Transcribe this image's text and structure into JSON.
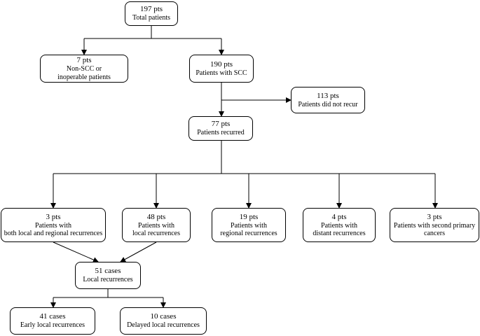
{
  "diagram": {
    "nodes": {
      "total": {
        "count": "197 pts",
        "lines": [
          "Total patients"
        ]
      },
      "excluded": {
        "count": "7 pts",
        "lines": [
          "Non-SCC or",
          "inoperable patients"
        ]
      },
      "scc": {
        "count": "190 pts",
        "lines": [
          "Patients with SCC"
        ]
      },
      "no_recur": {
        "count": "113 pts",
        "lines": [
          "Patients did not recur"
        ]
      },
      "recurred": {
        "count": "77 pts",
        "lines": [
          "Patients recurred"
        ]
      },
      "both": {
        "count": "3 pts",
        "lines": [
          "Patients with",
          "both local and regional recurrences"
        ]
      },
      "local": {
        "count": "48 pts",
        "lines": [
          "Patients with",
          "local recurrences"
        ]
      },
      "regional": {
        "count": "19 pts",
        "lines": [
          "Patients with",
          "regional recurrences"
        ]
      },
      "distant": {
        "count": "4 pts",
        "lines": [
          "Patients with",
          "distant recurrences"
        ]
      },
      "second": {
        "count": "3 pts",
        "lines": [
          "Patients with second primary",
          "cancers"
        ]
      },
      "local_cases": {
        "count": "51 cases",
        "lines": [
          "Local recurrences"
        ]
      },
      "early": {
        "count": "41 cases",
        "lines": [
          "Early local recurrences"
        ]
      },
      "delayed": {
        "count": "10 cases",
        "lines": [
          "Delayed local recurrences"
        ]
      }
    },
    "edges": [
      [
        "total",
        "excluded"
      ],
      [
        "total",
        "scc"
      ],
      [
        "scc",
        "no_recur"
      ],
      [
        "scc",
        "recurred"
      ],
      [
        "recurred",
        "both"
      ],
      [
        "recurred",
        "local"
      ],
      [
        "recurred",
        "regional"
      ],
      [
        "recurred",
        "distant"
      ],
      [
        "recurred",
        "second"
      ],
      [
        "both",
        "local_cases"
      ],
      [
        "local",
        "local_cases"
      ],
      [
        "local_cases",
        "early"
      ],
      [
        "local_cases",
        "delayed"
      ]
    ]
  }
}
